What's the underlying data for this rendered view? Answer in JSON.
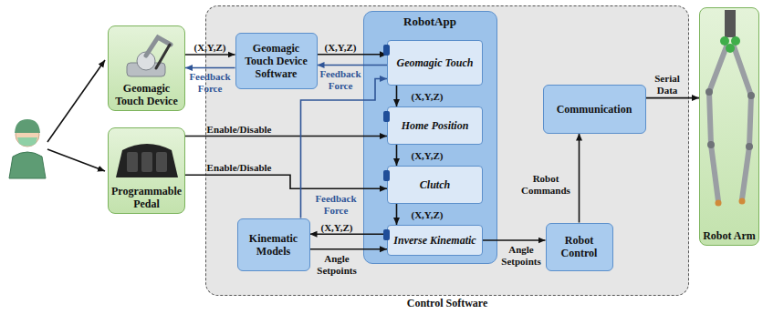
{
  "diagram": {
    "caption": "Control Software",
    "nodes": [
      {
        "text": [
          "Geomagic Touch Device"
        ]
      },
      {
        "text": [
          "Programmable Pedal"
        ]
      },
      {
        "text": [
          "Control Software"
        ]
      },
      {
        "text": [
          "Geomagic Touch Device Software"
        ],
        "in": 2
      },
      {
        "text": [
          "RobotApp"
        ],
        "in": 2
      },
      {
        "text": [
          "Geomagic Touch"
        ],
        "in": 4
      },
      {
        "text": [
          "Home Position"
        ],
        "in": 4
      },
      {
        "text": [
          "Clutch"
        ],
        "in": 4
      },
      {
        "text": [
          "Inverse Kinematic"
        ],
        "in": 4
      },
      {
        "text": [
          "Kinematic Models"
        ],
        "in": 2
      },
      {
        "text": [
          "Communication"
        ],
        "in": 2
      },
      {
        "text": [
          "Robot Control"
        ],
        "in": 2
      },
      {
        "text": [
          "Robot Arm"
        ]
      }
    ],
    "edges": [
      {
        "from": 0,
        "to": 3,
        "arrow": "to",
        "label": "(X,Y,Z)"
      },
      {
        "from": 3,
        "to": 0,
        "arrow": "to",
        "label": "Feedback Force"
      },
      {
        "from": 3,
        "to": 5,
        "arrow": "to",
        "label": "(X,Y,Z)"
      },
      {
        "from": 5,
        "to": 3,
        "arrow": "to",
        "label": "Feedback Force"
      },
      {
        "from": 1,
        "to": 6,
        "arrow": "to",
        "label": "Enable/Disable"
      },
      {
        "from": 1,
        "to": 7,
        "arrow": "to",
        "label": "Enable/Disable"
      },
      {
        "from": 5,
        "to": 6,
        "arrow": "to",
        "label": "(X,Y,Z)"
      },
      {
        "from": 6,
        "to": 7,
        "arrow": "to",
        "label": "(X,Y,Z)"
      },
      {
        "from": 7,
        "to": 8,
        "arrow": "to",
        "label": "(X,Y,Z)"
      },
      {
        "from": 8,
        "to": 9,
        "arrow": "to",
        "label": "(X,Y,Z)"
      },
      {
        "from": 9,
        "to": 8,
        "arrow": "to",
        "label": "Angle Setpoints"
      },
      {
        "from": 9,
        "to": 5,
        "arrow": "to",
        "label": "Feedback Force"
      },
      {
        "from": 8,
        "to": 11,
        "arrow": "to",
        "label": "Angle Setpoints"
      },
      {
        "from": 11,
        "to": 10,
        "arrow": "to",
        "label": "Robot Commands"
      },
      {
        "from": 10,
        "to": 12,
        "arrow": "to",
        "label": "Serial Data"
      }
    ]
  }
}
